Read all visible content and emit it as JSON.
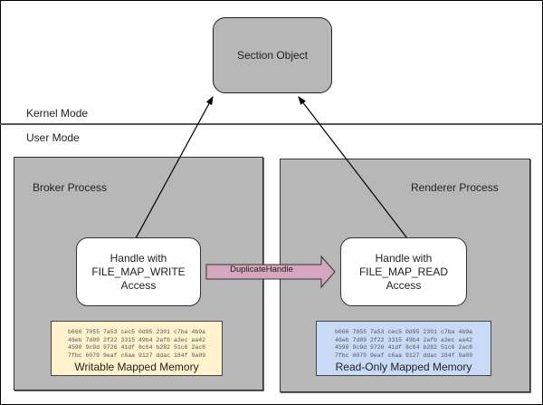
{
  "diagram": {
    "section_object": "Section Object",
    "kernel_mode_label": "Kernel Mode",
    "user_mode_label": "User Mode",
    "broker": {
      "label": "Broker Process",
      "handle_lines": [
        "Handle with",
        "FILE_MAP_WRITE",
        "Access"
      ],
      "memory_label": "Writable Mapped Memory",
      "memory_color": "#fff2cc"
    },
    "renderer": {
      "label": "Renderer Process",
      "handle_lines": [
        "Handle with",
        "FILE_MAP_READ",
        "Access"
      ],
      "memory_label": "Read-Only Mapped Memory",
      "memory_color": "#c9daf8"
    },
    "duplicate_arrow": {
      "label": "DuplicateHandle",
      "color": "#d5a6bd"
    },
    "hex_lines": [
      "b666 7055 7a53 cec5 0d95 2301 c7ba 4b9a",
      "46eb 7d89 2f22 3315 49b4 2afb a3ec aa42",
      "4590 9c9d 9726 41df 8c64 b282 51c6 2ac8",
      "7fbc 6079 9eaf c6aa 9127 ddac 184f 9a09"
    ]
  }
}
